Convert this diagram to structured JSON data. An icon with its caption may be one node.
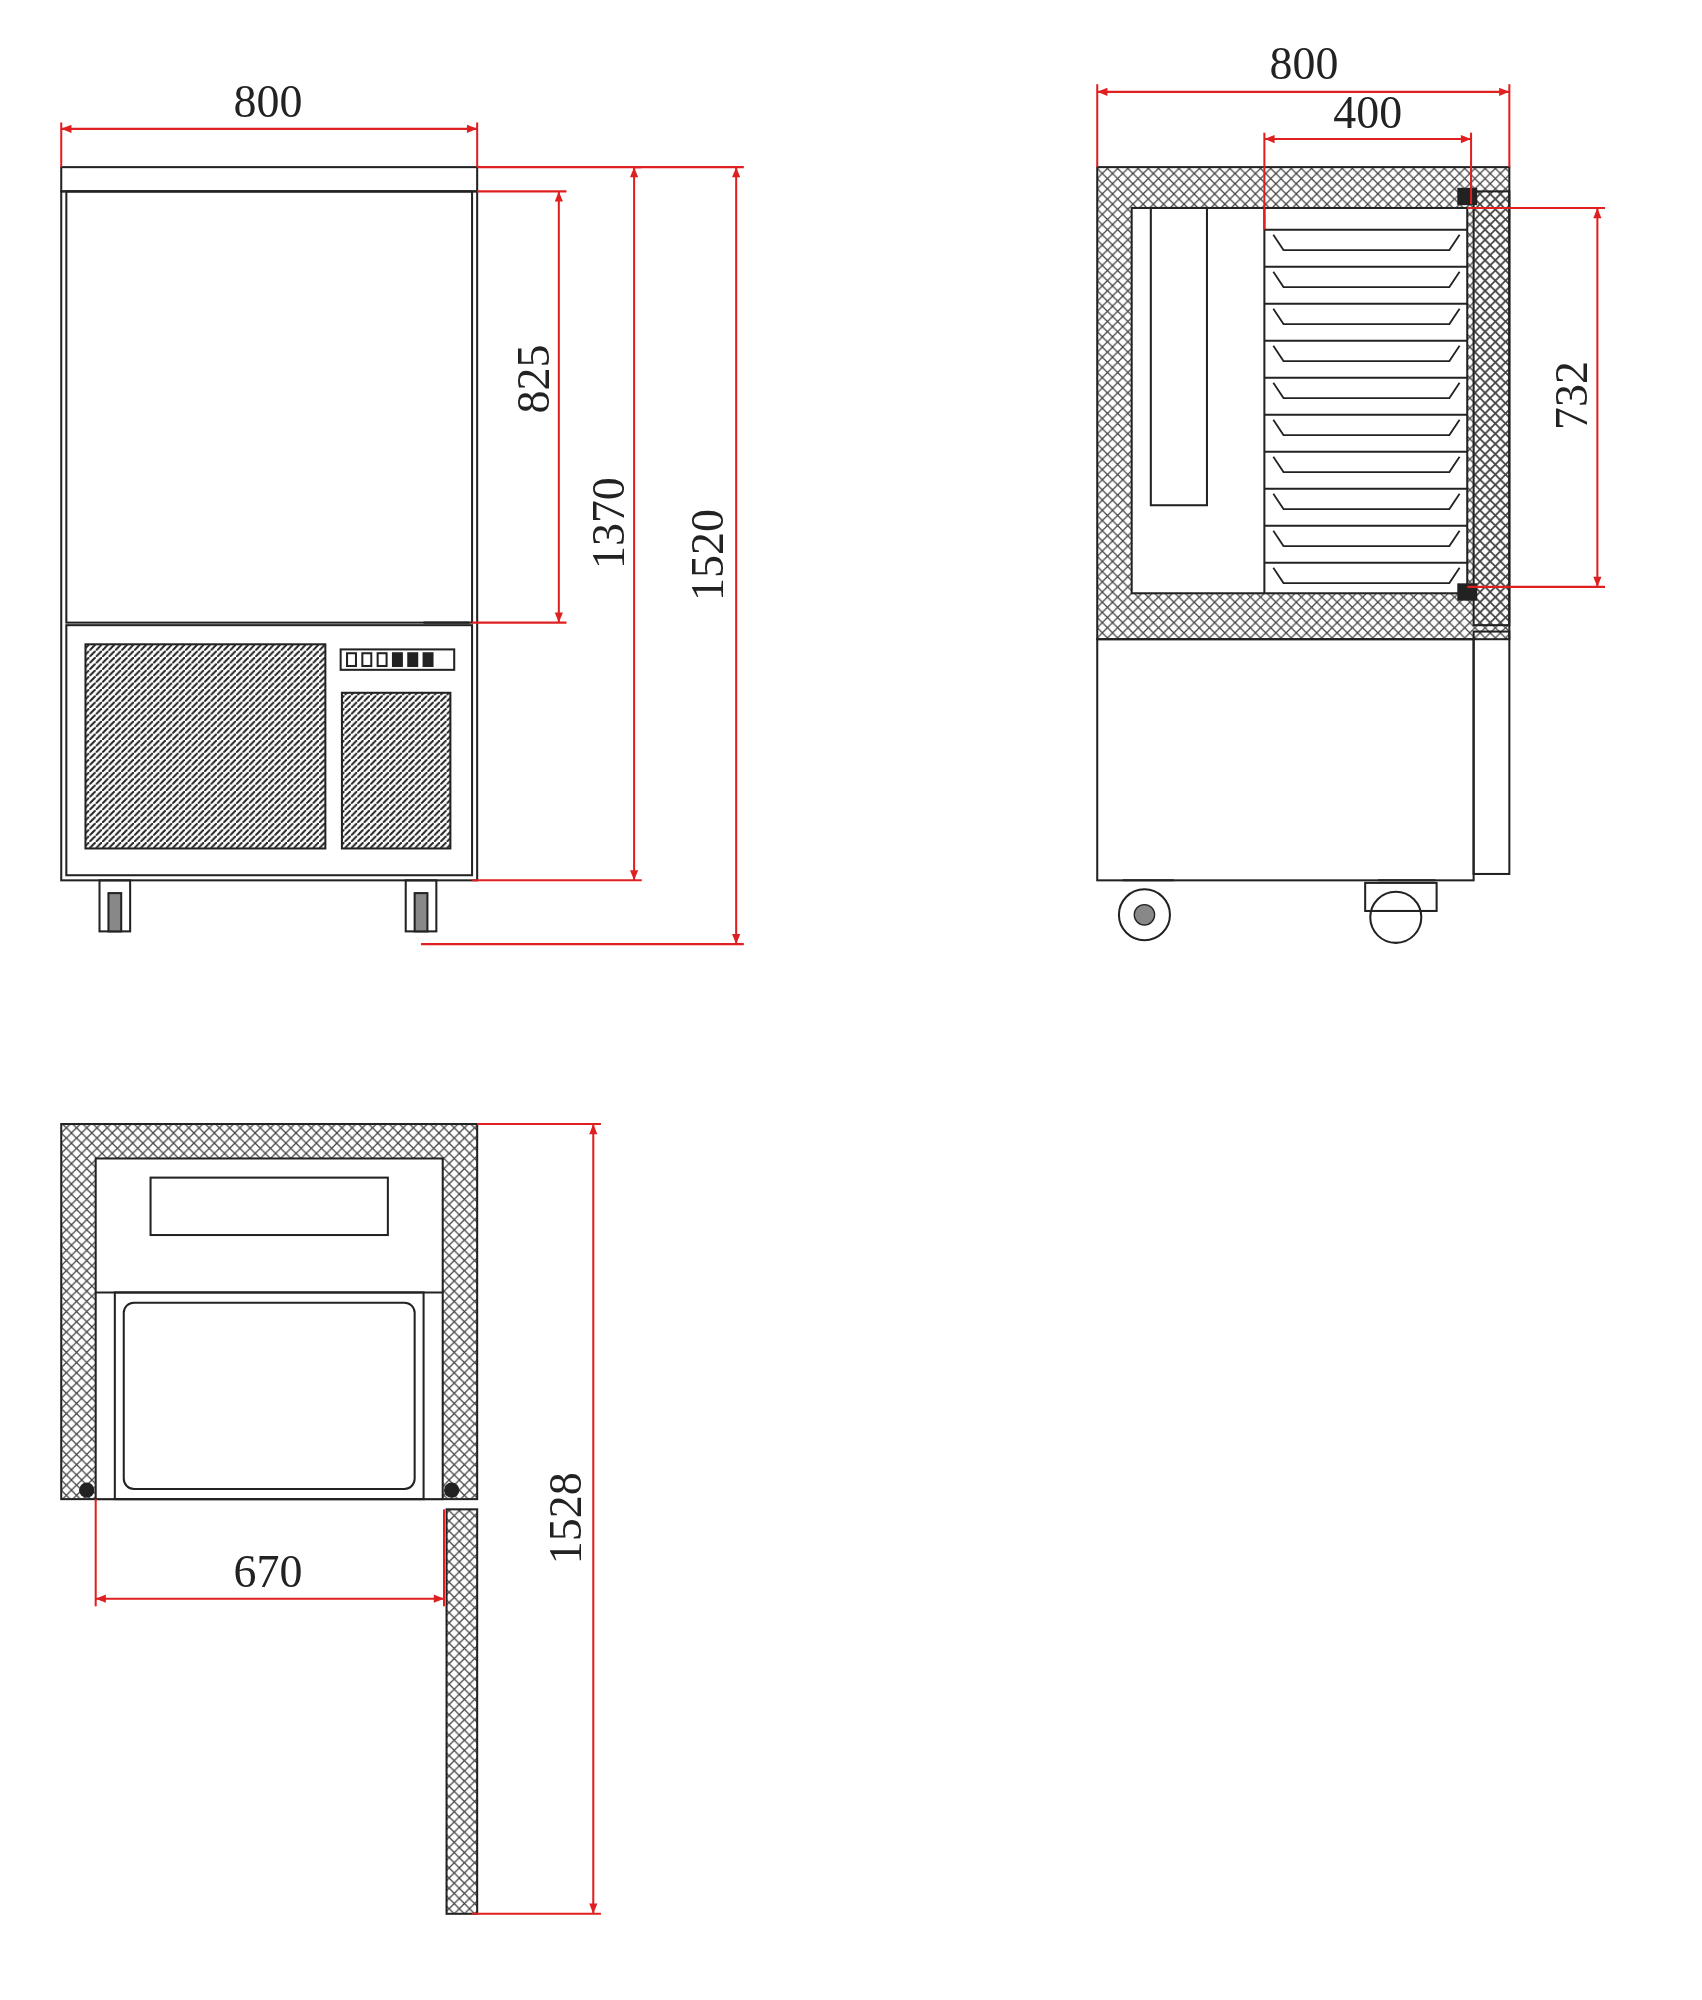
{
  "diagram": {
    "labels": [
      "800",
      "825",
      "1370",
      "1520",
      "800",
      "400",
      "732",
      "670",
      "1528"
    ]
  }
}
